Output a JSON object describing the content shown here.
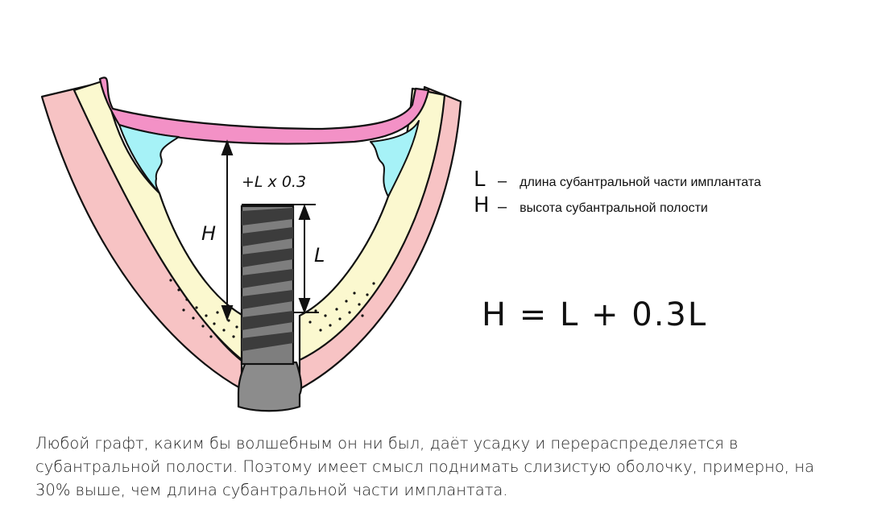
{
  "diagram": {
    "implant_label": "+L x 0.3",
    "height_label": "H",
    "length_label": "L"
  },
  "legend": [
    {
      "symbol": "L",
      "dash": "–",
      "text": "длина субантральной части имплантата"
    },
    {
      "symbol": "H",
      "dash": "–",
      "text": "высота субантральной полости"
    }
  ],
  "formula": "H = L + 0.3L",
  "caption": "Любой графт, каким бы волшебным он ни был, даёт усадку и перераспределяется в субантральной полости. Поэтому имеет смысл поднимать слизистую оболочку, примерно, на 30% выше, чем длина субантральной части имплантата.",
  "colors": {
    "gum": "#f7c3c4",
    "bone": "#fbf8cf",
    "membrane": "#f391c6",
    "fluid": "#a6f2f7",
    "implant_dark": "#3c3c3c",
    "implant_light": "#7e7e7e",
    "abutment": "#8c8c8c"
  }
}
